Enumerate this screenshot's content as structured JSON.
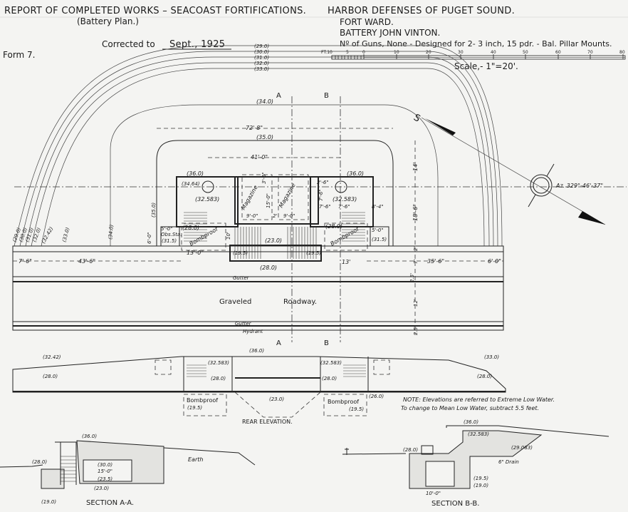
{
  "header": {
    "title": "REPORT OF COMPLETED WORKS – SEACOAST FORTIFICATIONS.",
    "subtitle": "(Battery Plan.)",
    "corrected_label": "Corrected to",
    "corrected_date": "Sept., 1925",
    "form": "Form 7.",
    "defenses": "HARBOR DEFENSES OF PUGET SOUND.",
    "fort": "FORT WARD.",
    "battery": "BATTERY JOHN VINTON.",
    "guns": "Nº of Guns, None - Designed for 2- 3 inch, 15 pdr. - Bal. Pillar Mounts."
  },
  "scale": {
    "ticks": [
      "FT.10",
      "5",
      "0",
      "10",
      "20",
      "30",
      "40",
      "50",
      "60",
      "70",
      "80"
    ],
    "label": "Scale,- 1\"=20'."
  },
  "contours": [
    "(29.0)",
    "(30.0)",
    "(31.0)",
    "(32.0)",
    "(33.0)"
  ],
  "contours_left": [
    "(29.0)",
    "(30.0)",
    "(31.0)",
    "(32.0)",
    "(32.42)",
    "(33.0)",
    "(34.0)"
  ],
  "plan": {
    "elev_34": "(34.0)",
    "elev_35": "(35.0)",
    "elev_35_side": "(35.0)",
    "dim_72": "72'-8\"",
    "dim_41": "41'-0\"",
    "emp_left_top": "(36.0)",
    "emp_right_top": "(36.0)",
    "emp_left_floor": "(32.583)",
    "emp_right_floor": "(32.583)",
    "emp_left_inner": "(34.64)",
    "magazine_1": "Magazine",
    "magazine_2": "Magazine",
    "mag_w1": "9'-0\"",
    "mag_w2": "9'-0\"",
    "mag_gap": "2'",
    "mag_h": "15'-0\"",
    "mag_top": "3'-6\"",
    "bomb_left": "Bombproof",
    "bomb_right": "Bombproof",
    "bomb_left_elev": "(28.0)",
    "bomb_right_elev": "(28.0)",
    "bomb_left_w": "13'-0\"",
    "bomb_right_w": "13'",
    "bomb_h": "10'",
    "obs_w": "5'-0\"",
    "obs_label": "Obs.Sta.",
    "obs_elev": "(31.5)",
    "obs_right_elev": "(31.5)",
    "obs_right_w": "5'-0\"",
    "obs_h": "6'-0\"",
    "court": "(23.0)",
    "stair_left": "(19.5)",
    "stair_right": "(19.5)",
    "road_elev": "(28.0)",
    "dim_7_6": "7'-6\"",
    "dim_43_6": "43'-6\"",
    "dim_35_6": "35'-6\"",
    "dim_6_0": "6'-0\"",
    "dim_r1": "7'-6\"",
    "dim_r2": "7'-6\"",
    "dim_r3": "8'-4\"",
    "dim_r4": "2'-6\"",
    "dim_r5": "7'-6\"",
    "dim_14": "14'",
    "dim_18_6": "18'-6\"",
    "dim_2": "2'",
    "dim_7": "7'",
    "dim_2_5": "2.5'",
    "dim_12": "12'",
    "dim_2_5b": "2.5'",
    "gutter_top": "Gutter",
    "gutter_bottom": "Gutter",
    "hydrant": "Hydrant",
    "road_1": "Graveled",
    "road_2": "Roadway.",
    "section_a": "A",
    "section_b": "B",
    "azimuth": "Az. 329°-46'-37\"",
    "south": "S"
  },
  "rear_elevation": {
    "title": "REAR ELEVATION.",
    "top": "(36.0)",
    "left_floor": "(32.583)",
    "right_floor": "(32.583)",
    "left_base": "(28.0)",
    "right_base": "(28.0)",
    "far_left_top": "(32.42)",
    "far_left_base": "(28.0)",
    "far_right_top": "(33.0)",
    "far_right_base": "(28.0)",
    "court": "(23.0)",
    "bomb_left": "Bombproof",
    "bomb_right": "Bombproof",
    "bomb_left_elev": "(19.5)",
    "bomb_right_elev": "(19.5)",
    "right_26": "(26.0)"
  },
  "note": {
    "line1": "NOTE: Elevations are referred to Extreme Low Water.",
    "line2": "To change to Mean Low Water, subtract 5.5 feet."
  },
  "section_aa": {
    "title": "SECTION A-A.",
    "top": "(36.0)",
    "ceiling": "(30.0)",
    "width": "15'-0\"",
    "floor": "(23.5)",
    "base": "(23.0)",
    "ground": "(28.0)",
    "bottom": "(19.0)",
    "earth": "Earth"
  },
  "section_bb": {
    "title": "SECTION B-B.",
    "top": "(36.0)",
    "floor": "(32.583)",
    "ground": "(28.0)",
    "step": "(29.083)",
    "drain": "6\" Drain",
    "floor_low": "(19.5)",
    "bottom": "(19.0)",
    "width": "10'-0\""
  }
}
